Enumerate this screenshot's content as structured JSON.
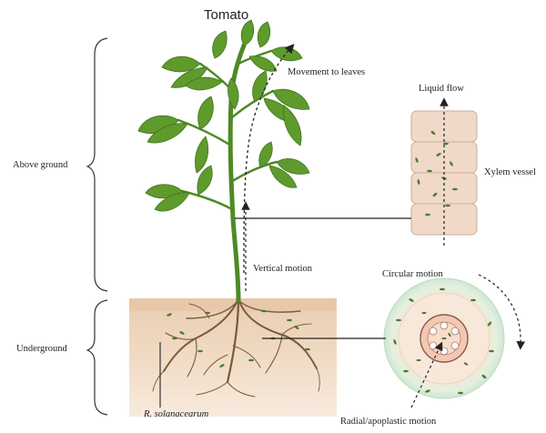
{
  "title": "Tomato",
  "labels": {
    "above_ground": "Above ground",
    "underground": "Underground",
    "movement_to_leaves": "Movement to leaves",
    "liquid_flow": "Liquid flow",
    "xylem_vessel": "Xylem vessel",
    "vertical_motion": "Vertical motion",
    "circular_motion": "Circular motion",
    "radial_motion": "Radial/apoplastic motion",
    "pathogen": "R. solanacearum"
  },
  "colors": {
    "leaf": "#5f9a2c",
    "leaf_dark": "#3f7420",
    "stem": "#4e8a25",
    "soil_top": "#ecd1b3",
    "soil_bottom": "#f6e7d6",
    "root": "#7a5a3a",
    "xylem_cell": "#f0d9c8",
    "xylem_border": "#cdae9a",
    "bacteria": "#4a7a2e",
    "cross_section_outer": "#d9ecd9",
    "cross_section_cortex": "#fbe8d8"
  }
}
